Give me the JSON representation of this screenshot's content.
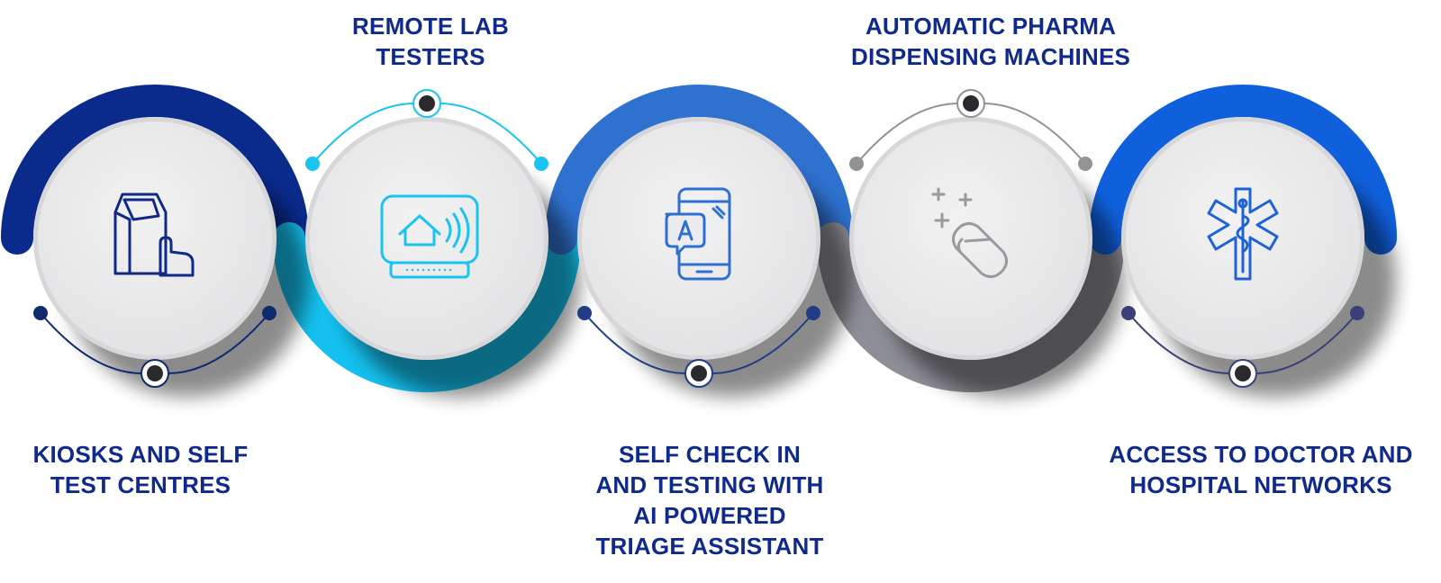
{
  "steps": [
    {
      "id": "kiosks",
      "lines": [
        "KIOSKS AND SELF",
        "TEST CENTRES"
      ],
      "arc_color": "#0a2a8c",
      "icon_color": "#0f2a86",
      "node_color": "#0f2a6e",
      "icon": "kiosk-touchscreen-icon"
    },
    {
      "id": "remote-lab",
      "lines": [
        "REMOTE LAB",
        "TESTERS"
      ],
      "arc_color": "#15c0ee",
      "icon_color": "#19c4f0",
      "node_color": "#19c4f0",
      "icon": "smart-home-device-icon"
    },
    {
      "id": "self-check-in",
      "lines": [
        "SELF CHECK IN",
        "AND TESTING WITH",
        "AI POWERED",
        "TRIAGE ASSISTANT"
      ],
      "arc_color": "#2f71cf",
      "icon_color": "#2f6fd0",
      "node_color": "#213d86",
      "icon": "ai-phone-chat-icon"
    },
    {
      "id": "pharma",
      "lines": [
        "AUTOMATIC PHARMA",
        "DISPENSING MACHINES"
      ],
      "arc_color": "#8e8e96",
      "icon_color": "#9a9a9e",
      "node_color": "#939396",
      "icon": "pill-capsule-icon"
    },
    {
      "id": "doctor-network",
      "lines": [
        "ACCESS TO DOCTOR AND",
        "HOSPITAL NETWORKS"
      ],
      "arc_color": "#1060de",
      "icon_color": "#1f62d8",
      "node_color": "#3a3f7a",
      "icon": "star-of-life-icon"
    }
  ]
}
